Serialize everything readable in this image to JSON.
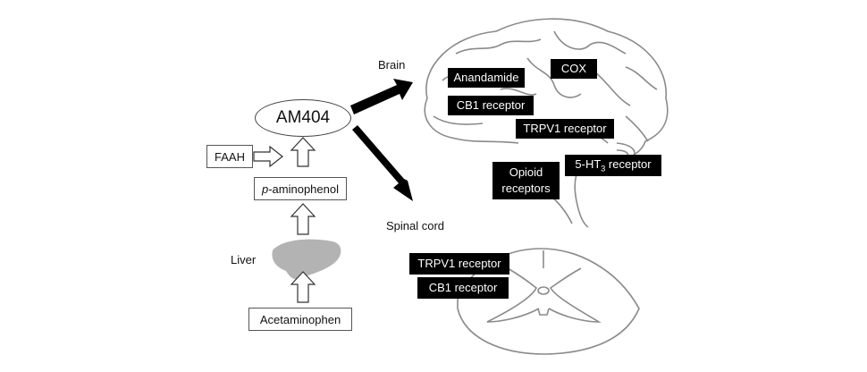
{
  "pathway": {
    "acetaminophen": "Acetaminophen",
    "liver": "Liver",
    "p_aminophenol_prefix": "p",
    "p_aminophenol_rest": "-aminophenol",
    "faah": "FAAH",
    "am404": "AM404"
  },
  "targets": {
    "brain_label": "Brain",
    "spinal_cord_label": "Spinal cord",
    "brain_boxes": {
      "anandamide": "Anandamide",
      "cox": "COX",
      "cb1": "CB1 receptor",
      "trpv1": "TRPV1 receptor",
      "opioid_line1": "Opioid",
      "opioid_line2": "receptors",
      "ht3_prefix": "5-HT",
      "ht3_sub": "3",
      "ht3_suffix": " receptor"
    },
    "spinal_boxes": {
      "trpv1": "TRPV1 receptor",
      "cb1": "CB1 receptor"
    }
  },
  "colors": {
    "box_fill": "#000000",
    "box_text": "#ffffff",
    "liver_fill": "#b3b3b3",
    "outline": "#888888"
  }
}
